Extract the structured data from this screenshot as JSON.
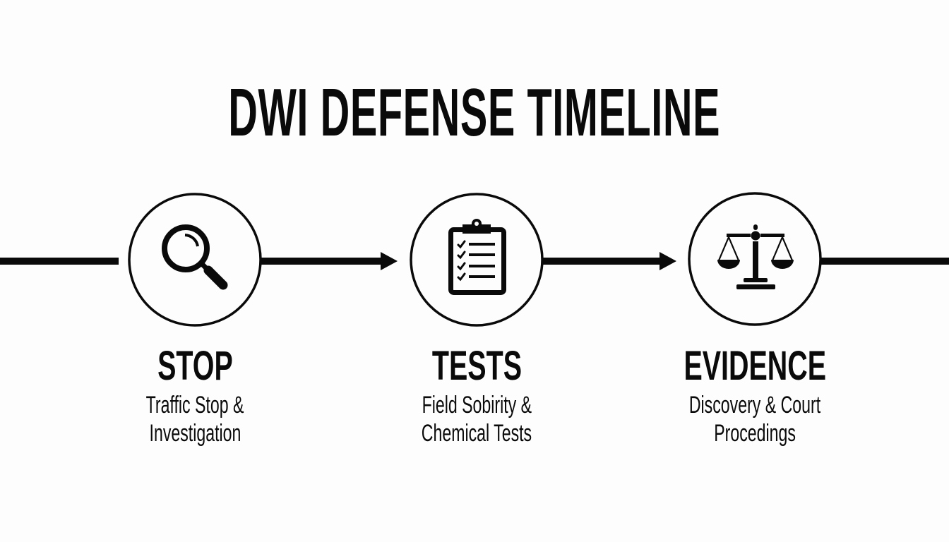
{
  "title": "DWI DEFENSE TIMELINE",
  "colors": {
    "background": "#fdfdfd",
    "foreground": "#0a0a0a"
  },
  "stages": [
    {
      "heading": "STOP",
      "description_lines": [
        "Traffic Stop &",
        "Investigation"
      ],
      "icon": "magnifying-glass-icon"
    },
    {
      "heading": "TESTS",
      "description_lines": [
        "Field Sobirity &",
        "Chemical Tests"
      ],
      "icon": "clipboard-checklist-icon"
    },
    {
      "heading": "EVIDENCE",
      "description_lines": [
        "Discovery & Court",
        "Procedings"
      ],
      "icon": "scales-of-justice-icon"
    }
  ],
  "connectors": [
    {
      "from": "left-edge",
      "to": "STOP",
      "arrow": false
    },
    {
      "from": "STOP",
      "to": "TESTS",
      "arrow": true
    },
    {
      "from": "TESTS",
      "to": "EVIDENCE",
      "arrow": true
    },
    {
      "from": "EVIDENCE",
      "to": "right-edge",
      "arrow": false
    }
  ]
}
